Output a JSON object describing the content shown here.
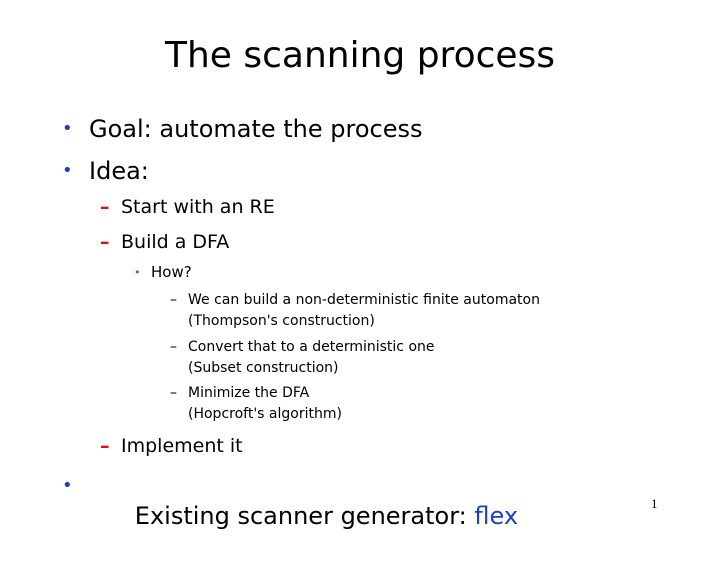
{
  "slide": {
    "title": "The scanning process",
    "bullets": [
      {
        "text": "Goal: automate the process"
      },
      {
        "text": "Idea:"
      },
      {
        "text": "Start with an RE"
      },
      {
        "text": "Build a DFA"
      },
      {
        "text": "How?"
      },
      {
        "line1": "We can build a non-deterministic finite automaton",
        "line2": "(Thompson's construction)"
      },
      {
        "line1": "Convert that to a deterministic one",
        "line2": "(Subset construction)"
      },
      {
        "line1": "Minimize the DFA",
        "line2": "(Hopcroft's algorithm)"
      },
      {
        "text": "Implement it"
      },
      {
        "text": "Existing scanner generator: ",
        "highlight": "flex"
      }
    ],
    "bullet_glyphs": {
      "level1": "•",
      "level2": "–",
      "level3": "•",
      "level4": "–"
    },
    "colors": {
      "level1_bullet": "#1f3fbf",
      "level2_bullet": "#e01010",
      "level3_bullet": "#2a8a2a",
      "highlight": "#1a3fd0"
    },
    "page_number": "1"
  }
}
